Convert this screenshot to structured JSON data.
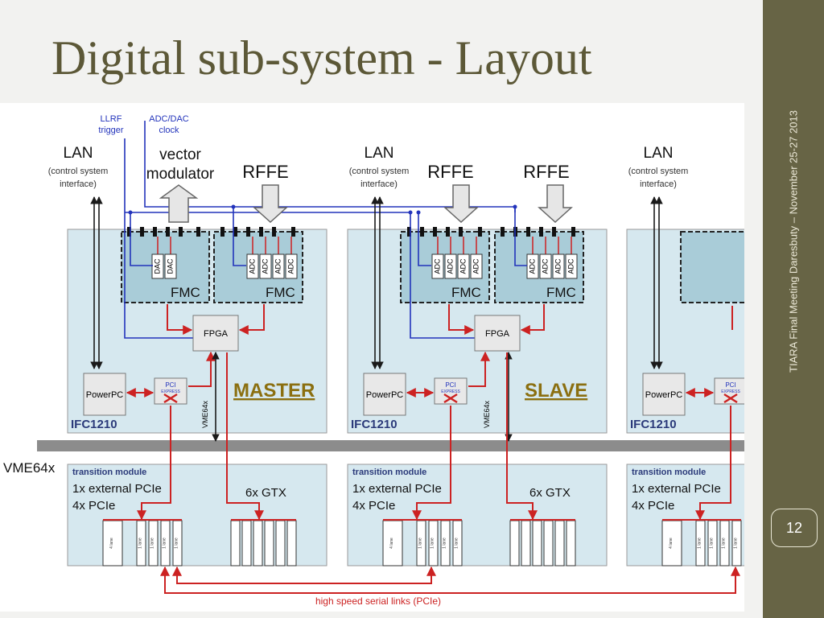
{
  "slide": {
    "title": "Digital sub-system - Layout",
    "footer": "TIARA Final Meeting    Daresbuty – November 25-27 2013",
    "page_number": "12"
  },
  "diagram": {
    "llrf": "LLRF",
    "trigger": "trigger",
    "adcdac": "ADC/DAC",
    "clock": "clock",
    "lan": "LAN",
    "lan_sub1": "(control system",
    "lan_sub2": "interface)",
    "vector1": "vector",
    "vector2": "modulator",
    "rffe": "RFFE",
    "dac": "DAC",
    "adc": "ADC",
    "fmc": "FMC",
    "fpga": "FPGA",
    "powerpc": "PowerPC",
    "pci": "PCI",
    "express": "EXPRESS",
    "board": "IFC1210",
    "vme_vert": "VME64x",
    "master": "MASTER",
    "slave": "SLAVE",
    "vme": "VME64x",
    "tm_title": "transition module",
    "tm_line1": "1x external PCIe",
    "tm_line2": "4x PCIe",
    "gtx": "6x GTX",
    "lane4": "4 lane",
    "lane1": "1 lane",
    "links": "high speed serial links (PCIe)"
  }
}
